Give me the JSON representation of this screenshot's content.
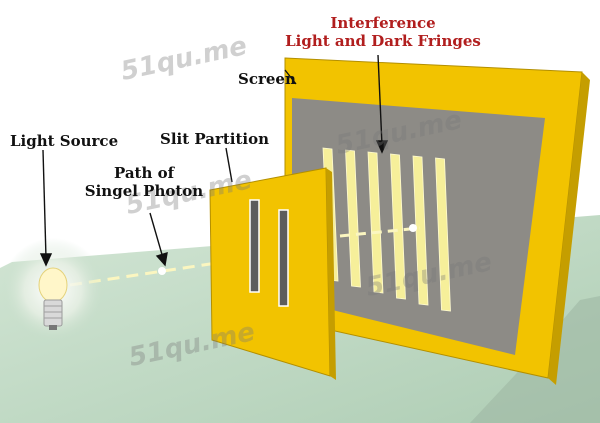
{
  "labels": {
    "interference_line1": "Interference",
    "interference_line2": "Light and Dark Fringes",
    "screen": "Screen",
    "light_source": "Light Source",
    "slit_partition": "Slit Partition",
    "path_line1": "Path of",
    "path_line2": "Singel Photon"
  },
  "watermark": "51qu.me",
  "colors": {
    "background": "#ffffff",
    "floor": "#c4dcc8",
    "panel_yellow": "#f2c300",
    "screen_inner": "#8d8b86",
    "fringe_bright": "#f6ef9a",
    "label_red": "#b11e1e",
    "label_dark": "#111111"
  },
  "fringe_count": 6
}
